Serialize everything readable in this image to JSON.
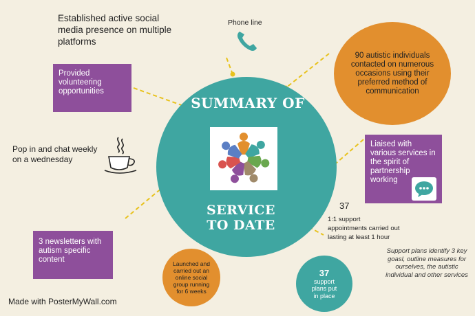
{
  "title": {
    "line1": "SUMMARY OF",
    "line2a": "SERVICE",
    "line2b": "TO DATE"
  },
  "social_media": "Established active social media presence on multiple platforms",
  "phone_line": "Phone line",
  "autistic_contacts": "90 autistic individuals contacted on numerous occasions using their preferred method of communication",
  "volunteering": "Provided volunteering opportunities",
  "pop_in": "Pop in and chat weekly on a wednesday",
  "liaised": "Liaised with various services in the spirit of partnership working",
  "appointments": {
    "count": "37",
    "text": "1:1 support appointments carried out lasting at least 1 hour"
  },
  "newsletters": "3 newsletters with autism specific content",
  "online_group": "Launched and carried out an online social group running for 6 weeks",
  "support_plans": {
    "count": "37",
    "text": "support plans put in place"
  },
  "support_plan_note": "Support plans identify 3 key goasl, outline measures for ourselves, the autistic individual and other services",
  "watermark": "Made with PosterMyWall.com",
  "colors": {
    "background": "#f4efe1",
    "teal": "#3fa6a1",
    "orange": "#e28f2e",
    "purple": "#8e4f9b",
    "connector": "#e8c21d"
  },
  "icons": [
    "phone-icon",
    "coffee-cup-icon",
    "community-logo-icon",
    "speech-bubble-icon"
  ]
}
